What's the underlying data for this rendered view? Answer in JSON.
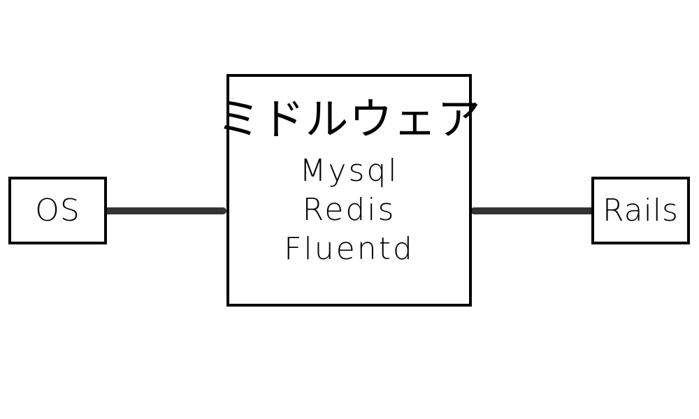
{
  "nodes": {
    "os": {
      "label": "OS"
    },
    "middleware": {
      "title": "ミドルウェア",
      "items": [
        "Mysql",
        "Redis",
        "Fluentd"
      ]
    },
    "rails": {
      "label": "Rails"
    }
  },
  "edges": [
    {
      "from": "OS",
      "to": "ミドルウェア"
    },
    {
      "from": "ミドルウェア",
      "to": "Rails"
    }
  ],
  "colors": {
    "box_border": "#000000",
    "connector": "#333333",
    "background": "#ffffff"
  }
}
